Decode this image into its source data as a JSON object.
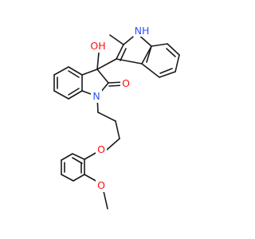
{
  "atoms": [
    {
      "id": "hydroxyl",
      "text": "OH",
      "color": "#ff0d0d"
    },
    {
      "id": "indole-nh",
      "text": "NH",
      "color": "#3050f8"
    },
    {
      "id": "carbonyl-o",
      "text": "O",
      "color": "#ff0d0d"
    },
    {
      "id": "lactam-n",
      "text": "N",
      "color": "#3050f8"
    },
    {
      "id": "ether-o",
      "text": "O",
      "color": "#ff0d0d"
    },
    {
      "id": "methoxy-o",
      "text": "O",
      "color": "#ff0d0d"
    }
  ],
  "colors": {
    "bond": "#1a1a1a",
    "background": "#ffffff"
  }
}
